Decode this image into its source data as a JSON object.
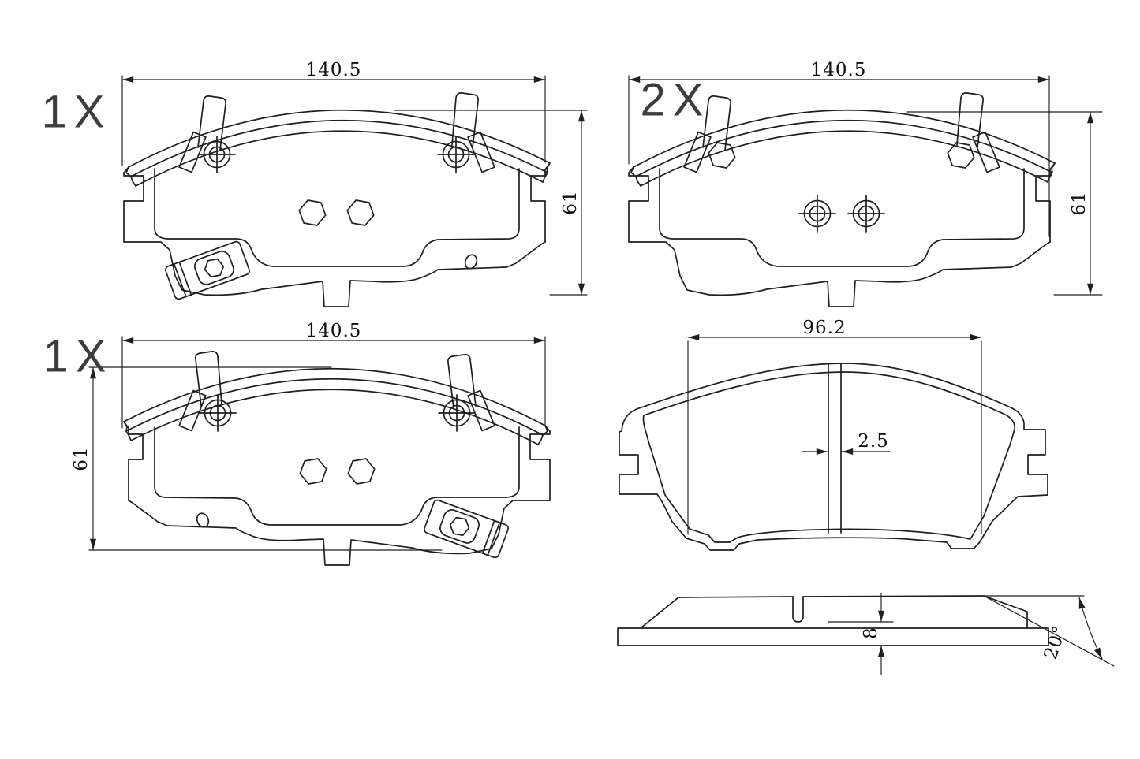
{
  "drawing_title": "brake pad set technical drawing",
  "colors": {
    "background": "#ffffff",
    "line": "#1f1f1f",
    "dimension_text": "#101010",
    "quantity_text": "#3d3d3d"
  },
  "views": {
    "back_top_left": {
      "qty_label": "1X",
      "width_dim": "140.5",
      "height_dim": "61"
    },
    "back_top_right": {
      "qty_label": "2X",
      "width_dim": "140.5",
      "height_dim": "61"
    },
    "back_bottom_left": {
      "qty_label": "1X",
      "width_dim": "140.5",
      "height_dim": "61"
    },
    "friction_face": {
      "width_dim": "96.2",
      "slot_width_dim": "2.5"
    },
    "profile": {
      "thickness_dim": "8",
      "chamfer_angle_dim": "20°"
    }
  }
}
